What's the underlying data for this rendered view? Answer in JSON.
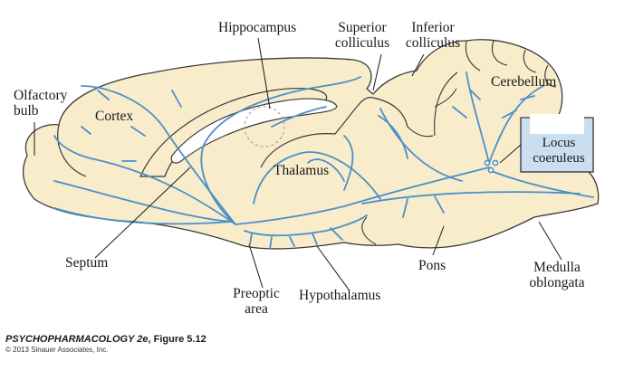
{
  "labels": {
    "olfactory_bulb": "Olfactory\nbulb",
    "cortex": "Cortex",
    "hippocampus": "Hippocampus",
    "superior_colliculus": "Superior\ncolliculus",
    "inferior_colliculus": "Inferior\ncolliculus",
    "cerebellum": "Cerebellum",
    "locus_coeruleus": "Locus\ncoeruleus",
    "thalamus": "Thalamus",
    "septum": "Septum",
    "preoptic_area": "Preoptic\narea",
    "hypothalamus": "Hypothalamus",
    "pons": "Pons",
    "medulla_oblongata": "Medulla\noblongata"
  },
  "caption": {
    "title_italic": "PSYCHOPHARMACOLOGY 2e",
    "title_rest": ", Figure 5.12",
    "copyright": "© 2013 Sinauer Associates, Inc."
  },
  "colors": {
    "brain_fill": "#f8eccb",
    "brain_outline": "#3a3a3a",
    "pathway": "#4a90c8",
    "locus_box": "#c9dff0"
  }
}
